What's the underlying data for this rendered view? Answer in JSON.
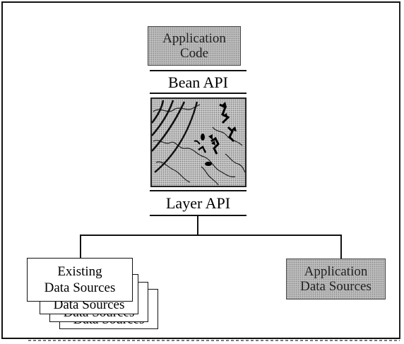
{
  "diagram": {
    "app_code_box": {
      "line1": "Application",
      "line2": "Code"
    },
    "bean_api_label": "Bean API",
    "map_icon": "weather-map-icon",
    "layer_api_label": "Layer API",
    "existing_sources": {
      "line1": "Existing",
      "line2": "Data Sources",
      "stacked_label": "Data Sources"
    },
    "app_data_sources_box": {
      "line1": "Application",
      "line2": "Data Sources"
    }
  },
  "colors": {
    "box_fill": "#bdbdbd",
    "line": "#111111"
  }
}
